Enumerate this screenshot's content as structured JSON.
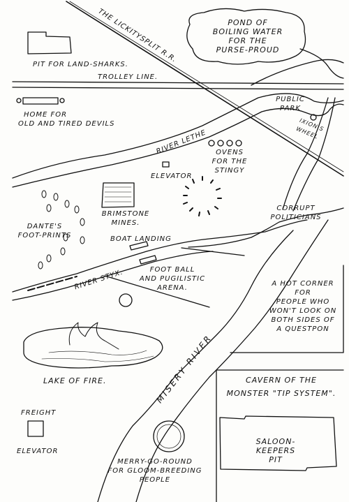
{
  "map": {
    "labels": {
      "railroad": "The Lickitysplit R.R.",
      "pond_line1": "Pond of",
      "pond_line2": "Boiling Water",
      "pond_line3": "for the",
      "pond_line4": "Purse-Proud",
      "pit_sharks": "Pit for Land-Sharks.",
      "trolley": "Trolley Line.",
      "public_park_line1": "Public",
      "public_park_line2": "Park",
      "ixion_line1": "Ixion's",
      "ixion_line2": "Wheel",
      "home_line1": "Home for",
      "home_line2": "Old and Tired Devils",
      "river_lethe": "River Lethe",
      "ovens_line1": "Ovens",
      "ovens_line2": "for the",
      "ovens_line3": "Stingy",
      "elevator": "Elevator",
      "brimstone_line1": "Brimstone",
      "brimstone_line2": "Mines.",
      "corrupt_line1": "Corrupt",
      "corrupt_line2": "Politicians",
      "dantes_line1": "Dante's",
      "dantes_line2": "Foot-Prints",
      "boat_landing": "Boat Landing",
      "river_styx": "River Styx.",
      "football_line1": "Foot Ball",
      "football_line2": "and Pugilistic",
      "football_line3": "Arena.",
      "hot_corner_line1": "A Hot Corner",
      "hot_corner_line2": "for",
      "hot_corner_line3": "People who",
      "hot_corner_line4": "won't look on",
      "hot_corner_line5": "both sides of",
      "hot_corner_line6": "a Questpon",
      "misery_river": "Misery River",
      "lake_of_fire": "Lake of Fire.",
      "cavern_line1": "Cavern of the",
      "cavern_line2": "Monster \"Tip System\".",
      "freight_line1": "Freight",
      "freight_line2": "Elevator",
      "saloon_line1": "Saloon-",
      "saloon_line2": "Keepers",
      "saloon_line3": "Pit",
      "merry_line1": "Merry-Go-Round",
      "merry_line2": "for Gloom-Breeding",
      "merry_line3": "People"
    }
  }
}
